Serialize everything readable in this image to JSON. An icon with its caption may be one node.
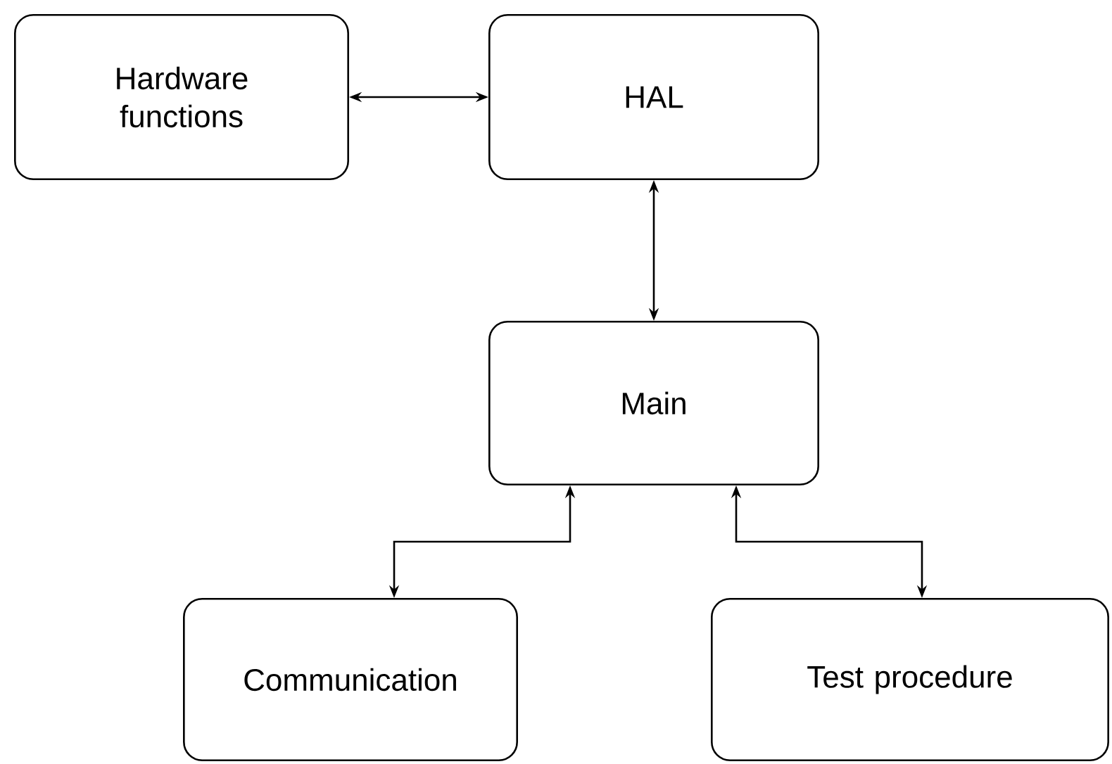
{
  "diagram": {
    "nodes": [
      {
        "text": [
          "Hardware functions"
        ]
      },
      {
        "text": [
          "HAL"
        ]
      },
      {
        "text": [
          "Main"
        ]
      },
      {
        "text": [
          "Communication"
        ]
      },
      {
        "text": [
          "Test procedure"
        ]
      }
    ],
    "edges": [
      {
        "from": 0,
        "to": 1,
        "arrow": "both"
      },
      {
        "from": 1,
        "to": 2,
        "arrow": "both"
      },
      {
        "from": 2,
        "to": 3,
        "arrow": "both"
      },
      {
        "from": 2,
        "to": 4,
        "arrow": "both"
      }
    ]
  }
}
